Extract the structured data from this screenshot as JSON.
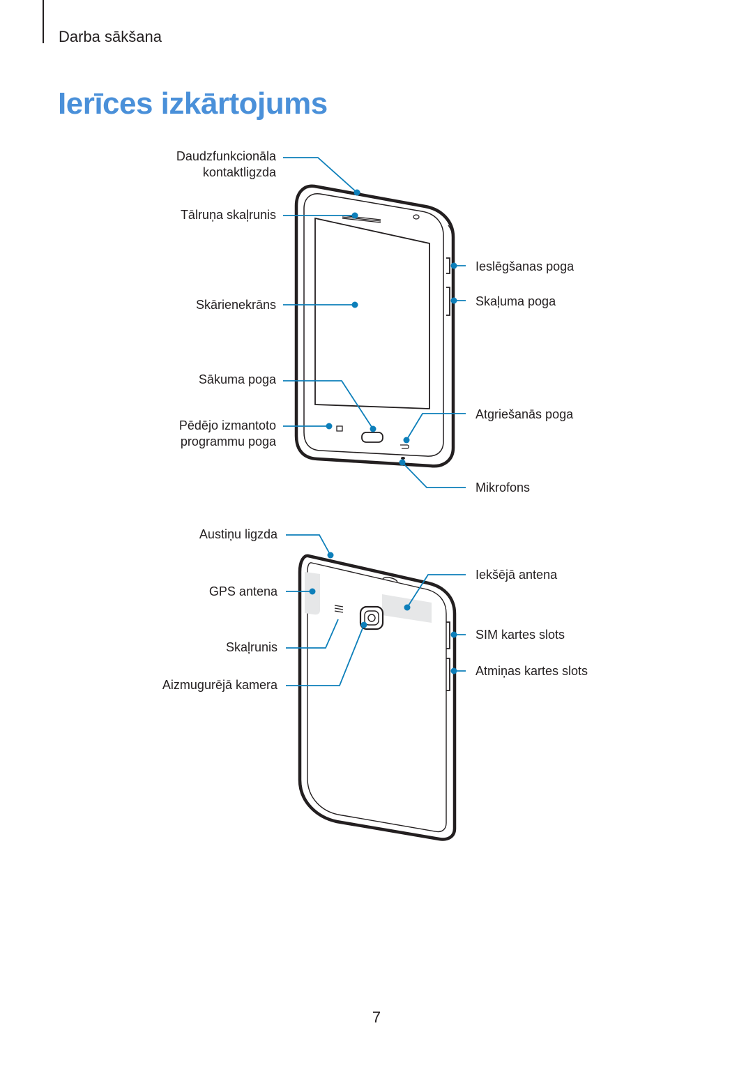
{
  "header": {
    "section": "Darba sākšana"
  },
  "title": "Ierīces izkārtojums",
  "front_labels": {
    "multipurpose_jack": "Daudzfunkcionāla kontaktligzda",
    "earpiece": "Tālruņa skaļrunis",
    "touchscreen": "Skārienekrāns",
    "home_button": "Sākuma poga",
    "recent_apps_button": "Pēdējo izmantoto programmu poga",
    "power_button": "Ieslēgšanas poga",
    "volume_button": "Skaļuma poga",
    "back_button": "Atgriešanās poga",
    "microphone": "Mikrofons"
  },
  "back_labels": {
    "headset_jack": "Austiņu ligzda",
    "gps_antenna": "GPS antena",
    "speaker": "Skaļrunis",
    "rear_camera": "Aizmugurējā kamera",
    "internal_antenna": "Iekšējā antena",
    "sim_slot": "SIM kartes slots",
    "memory_card_slot": "Atmiņas kartes slots"
  },
  "colors": {
    "accent": "#4a90d9",
    "callout": "#0d7fba",
    "antenna_area": "#e6e7e8"
  },
  "page_number": "7"
}
